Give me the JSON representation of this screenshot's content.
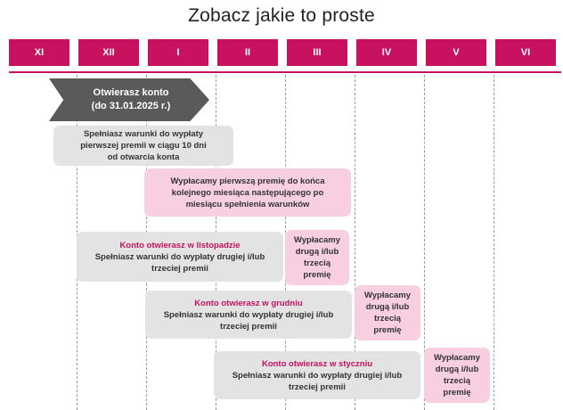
{
  "title": "Zobacz jakie to proste",
  "months": [
    "XI",
    "XII",
    "I",
    "II",
    "III",
    "IV",
    "V",
    "VI"
  ],
  "arrow": {
    "line1": "Otwierasz konto",
    "line2": "(do 31.01.2025 r.)"
  },
  "first_condition": {
    "line1": "Spełniasz warunki do wypłaty",
    "line2": "pierwszej premii w ciągu 10 dni",
    "line3": "od otwarcia konta"
  },
  "first_payout": {
    "line1": "Wypłacamy pierwszą premię do końca",
    "line2": "kolejnego miesiąca następującego po",
    "line3": "miesiącu spełnienia warunków"
  },
  "rows": [
    {
      "heading": "Konto otwierasz w listopadzie",
      "line1": "Spełniasz warunki do wypłaty drugiej i/lub",
      "line2": "trzeciej premii",
      "payout": [
        "Wypłacamy",
        "drugą i/lub",
        "trzecią",
        "premię"
      ]
    },
    {
      "heading": "Konto otwierasz w grudniu",
      "line1": "Spełniasz warunki do wypłaty drugiej i/lub",
      "line2": "trzeciej premii",
      "payout": [
        "Wypłacamy",
        "drugą i/lub",
        "trzecią",
        "premię"
      ]
    },
    {
      "heading": "Konto otwierasz w styczniu",
      "line1": "Spełniasz warunki do wypłaty drugiej i/lub",
      "line2": "trzeciej premii",
      "payout": [
        "Wypłacamy",
        "drugą i/lub",
        "trzecią",
        "premię"
      ]
    }
  ],
  "colors": {
    "accent": "#c8115f",
    "gray_box": "#e3e3e3",
    "pink_box": "#f8cfe0",
    "arrow": "#5a5a5a"
  }
}
